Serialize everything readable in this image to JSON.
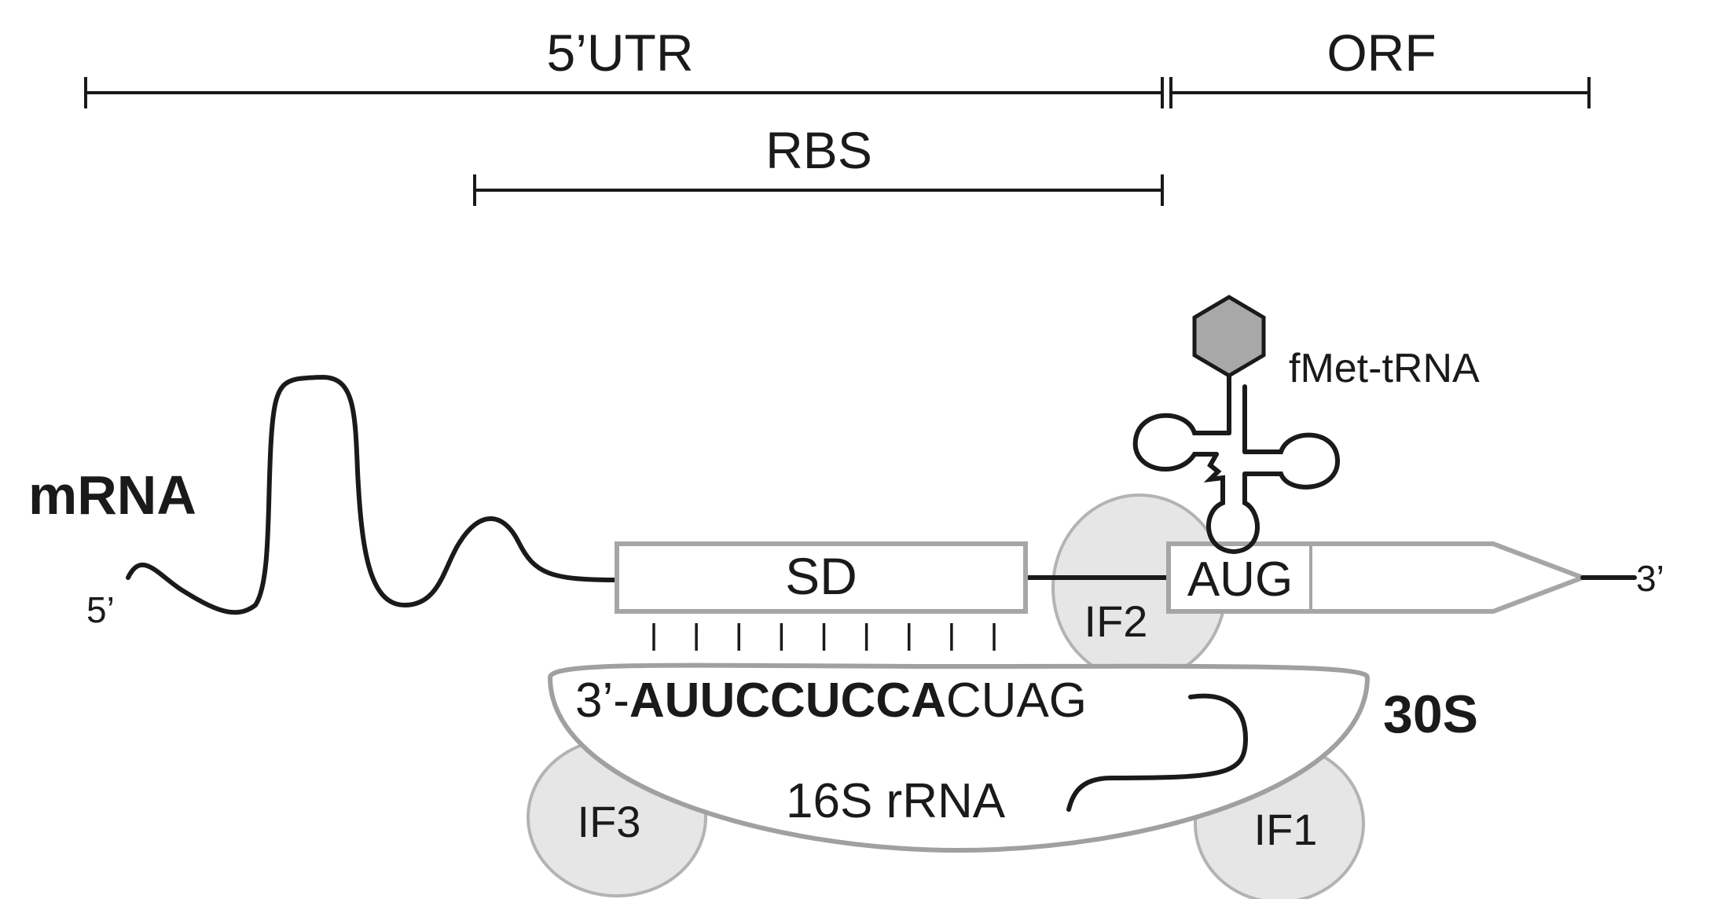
{
  "figure": {
    "regions": {
      "utr5": "5’UTR",
      "orf": "ORF",
      "rbs": "RBS"
    },
    "mrna": {
      "label": "mRNA",
      "five_prime": "5’",
      "three_prime": "3’",
      "sd_label": "SD",
      "start_codon": "AUG"
    },
    "trna": {
      "label": "fMet-tRNA",
      "amino_acid_color": "#a8a8a8"
    },
    "ribosome": {
      "label": "30S",
      "rrna_label": "16S rRNA",
      "sequence_prefix": "3’-",
      "sequence_bold": "AUUCCUCCA",
      "sequence_rest": "CUAG",
      "base_pairs": 9
    },
    "factors": {
      "if1": "IF1",
      "if2": "IF2",
      "if3": "IF3"
    },
    "colors": {
      "outline_grey": "#a6a6a6",
      "factor_fill": "#e6e6e6",
      "ink": "#1a1a1a"
    }
  }
}
